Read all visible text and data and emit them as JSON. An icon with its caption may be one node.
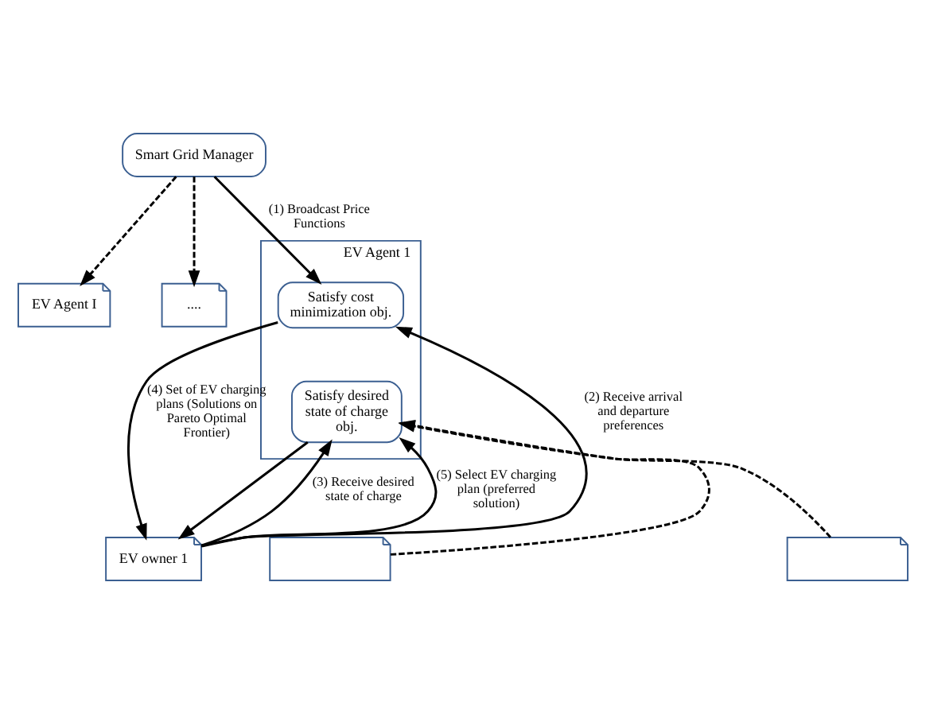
{
  "diagram": {
    "nodes": [
      {
        "text": [
          "Smart Grid Manager"
        ]
      },
      {
        "text": [
          "EV Agent I"
        ]
      },
      {
        "text": [
          "...."
        ]
      },
      {
        "text": [
          "EV Agent 1"
        ]
      },
      {
        "text": [
          "Satisfy cost minimization obj."
        ],
        "in": 3
      },
      {
        "text": [
          "Satisfy desired state of charge obj."
        ],
        "in": 3
      },
      {
        "text": [
          "EV owner 1"
        ]
      },
      {
        "text": [],
        "shape": "box"
      },
      {
        "text": [],
        "shape": "box"
      }
    ],
    "edges": [
      {
        "from": 0,
        "to": 1,
        "arrow": "to",
        "style": "dashed"
      },
      {
        "from": 0,
        "to": 2,
        "arrow": "to",
        "style": "dashed"
      },
      {
        "from": 0,
        "to": 4,
        "arrow": "to",
        "label": "(1) Broadcast Price Functions"
      },
      {
        "from": 6,
        "to": 4,
        "arrow": "to",
        "label": "(2) Receive arrival and departure preferences"
      },
      {
        "from": 6,
        "to": 5,
        "arrow": "to",
        "label": "(3) Receive desired state of charge"
      },
      {
        "from": 4,
        "to": 6,
        "arrow": "to",
        "label": "(4) Set of EV charging plans (Solutions on Pareto Optimal Frontier)"
      },
      {
        "from": 5,
        "to": 6,
        "arrow": "to"
      },
      {
        "from": 6,
        "to": 5,
        "arrow": "to",
        "label": "(5) Select EV charging plan (preferred solution)"
      },
      {
        "from": 7,
        "to": 5,
        "arrow": "to",
        "style": "dashed"
      },
      {
        "from": 8,
        "to": 5,
        "arrow": "to",
        "style": "dashed"
      }
    ]
  }
}
